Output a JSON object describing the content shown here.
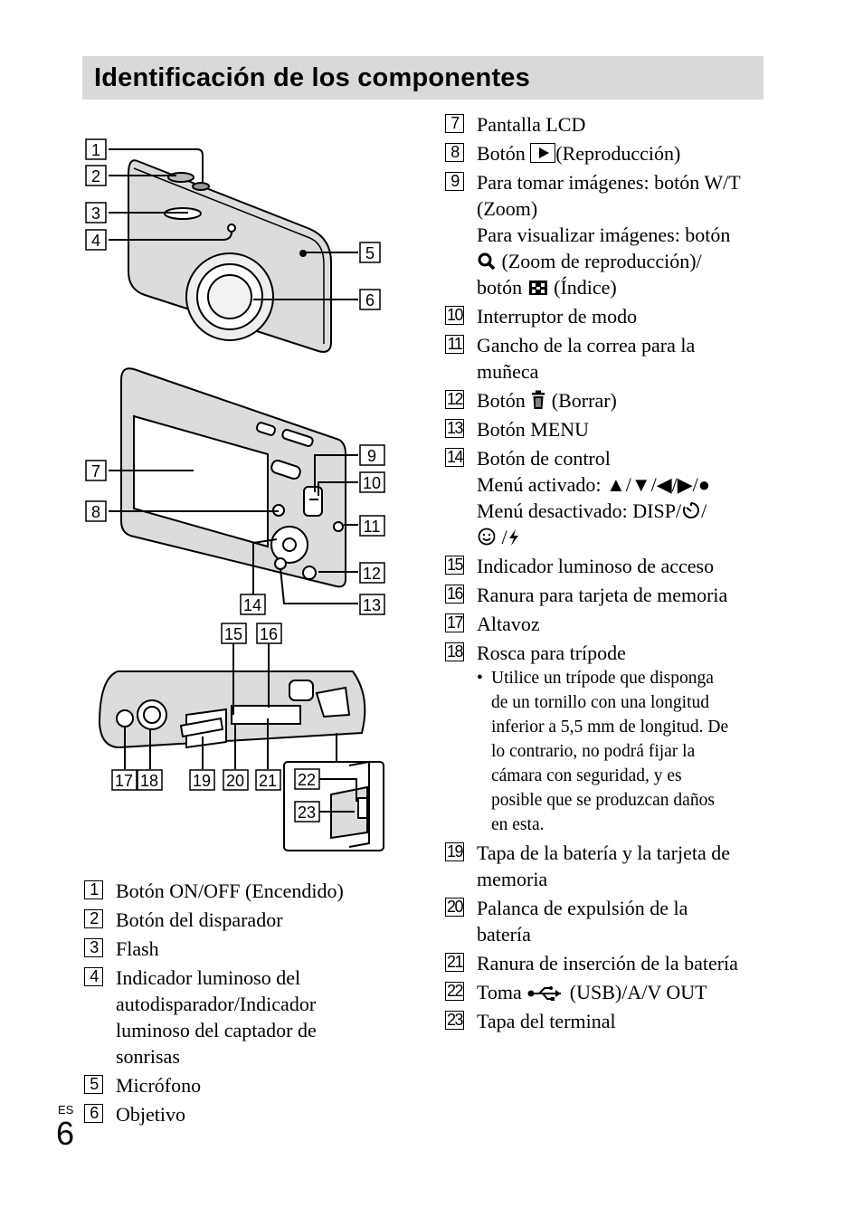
{
  "page": {
    "title": "Identificación de los componentes",
    "lang_tag": "ES",
    "page_number": "6"
  },
  "figure": {
    "callouts": [
      "1",
      "2",
      "3",
      "4",
      "5",
      "6",
      "7",
      "8",
      "9",
      "10",
      "11",
      "12",
      "13",
      "14",
      "15",
      "16",
      "17",
      "18",
      "19",
      "20",
      "21",
      "22",
      "23"
    ]
  },
  "left_list": [
    {
      "num": "1",
      "text": "Botón ON/OFF (Encendido)"
    },
    {
      "num": "2",
      "text": "Botón del disparador"
    },
    {
      "num": "3",
      "text": "Flash"
    },
    {
      "num": "4",
      "lines": [
        "Indicador luminoso del",
        "autodisparador/Indicador",
        "luminoso del captador de",
        "sonrisas"
      ]
    },
    {
      "num": "5",
      "text": "Micrófono"
    },
    {
      "num": "6",
      "text": "Objetivo"
    }
  ],
  "right_list": {
    "i7": {
      "num": "7",
      "text": "Pantalla LCD"
    },
    "i8": {
      "num": "8",
      "before": "Botón",
      "after": "(Reproducción)",
      "icon": "play-icon"
    },
    "i9": {
      "num": "9",
      "l1": "Para tomar imágenes: botón W/T",
      "l2": "(Zoom)",
      "l3": "Para visualizar imágenes: botón",
      "l4_after": "(Zoom de reproducción)/",
      "l5_before": "botón",
      "l5_after": "(Índice)",
      "icons": [
        "magnifier-icon",
        "index-grid-icon"
      ]
    },
    "i10": {
      "num": "10",
      "text": "Interruptor de modo"
    },
    "i11": {
      "num": "11",
      "l1": "Gancho de la correa para la",
      "l2": "muñeca"
    },
    "i12": {
      "num": "12",
      "before": "Botón",
      "after": "(Borrar)",
      "icon": "trash-icon"
    },
    "i13": {
      "num": "13",
      "text": "Botón MENU"
    },
    "i14": {
      "num": "14",
      "l1": "Botón de control",
      "l2": "Menú activado: ▲/▼/◀/▶/●",
      "l3": "Menú desactivado: DISP/",
      "l3_end": "/",
      "l4": "/",
      "icons": [
        "self-timer-icon",
        "smile-icon",
        "flash-icon"
      ]
    },
    "i15": {
      "num": "15",
      "text": "Indicador luminoso de acceso"
    },
    "i16": {
      "num": "16",
      "text": "Ranura para tarjeta de memoria"
    },
    "i17": {
      "num": "17",
      "text": "Altavoz"
    },
    "i18": {
      "num": "18",
      "text": "Rosca para trípode",
      "bullet": [
        "Utilice un trípode que disponga",
        "de un tornillo con una longitud",
        "inferior a 5,5 mm de longitud. De",
        "lo contrario, no podrá fijar la",
        "cámara con seguridad, y es",
        "posible que se produzcan daños",
        "en esta."
      ]
    },
    "i19": {
      "num": "19",
      "l1": "Tapa de la batería y la tarjeta de",
      "l2": "memoria"
    },
    "i20": {
      "num": "20",
      "l1": "Palanca de expulsión de la",
      "l2": "batería"
    },
    "i21": {
      "num": "21",
      "text": "Ranura de inserción de la batería"
    },
    "i22": {
      "num": "22",
      "before": "Toma",
      "after": "(USB)/A/V OUT",
      "icon": "usb-icon"
    },
    "i23": {
      "num": "23",
      "text": "Tapa del terminal"
    }
  }
}
